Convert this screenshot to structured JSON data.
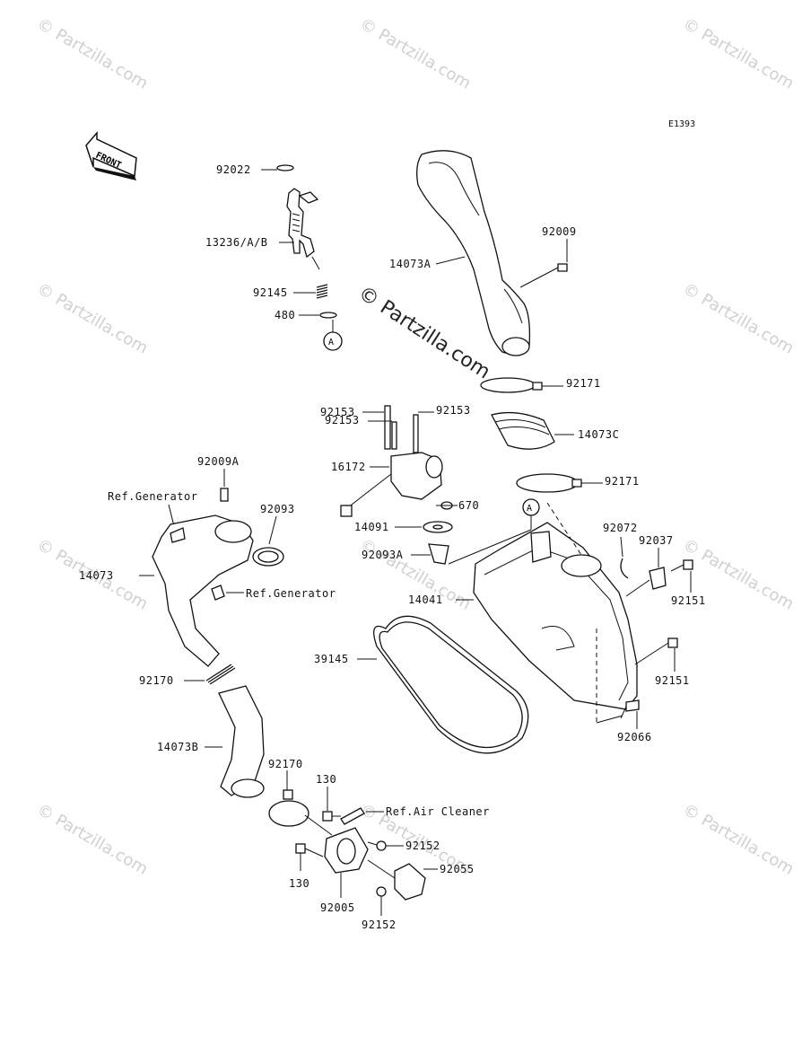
{
  "diagram": {
    "code": "E1393",
    "front_label": "FRONT",
    "ref_marker": "A",
    "watermark_center": "© Partzilla.com",
    "watermark_small": "© Partzilla.com",
    "labels": {
      "p92022": "92022",
      "p13236": "13236/A/B",
      "p92145": "92145",
      "p480": "480",
      "p14073A": "14073A",
      "p92009": "92009",
      "p92171_top": "92171",
      "p92153_a": "92153",
      "p92153_b": "92153",
      "p92153_c": "92153",
      "p14073C": "14073C",
      "p16172": "16172",
      "p92171_bot": "92171",
      "p670": "670",
      "p14091": "14091",
      "p92093A": "92093A",
      "p92009A": "92009A",
      "ref_generator_1": "Ref.Generator",
      "p92093": "92093",
      "p14073": "14073",
      "ref_generator_2": "Ref.Generator",
      "p92072": "92072",
      "p92037": "92037",
      "p92151_a": "92151",
      "p14041": "14041",
      "p39145": "39145",
      "p92151_b": "92151",
      "p92066": "92066",
      "p92170_a": "92170",
      "p14073B": "14073B",
      "p92170_b": "92170",
      "p130_a": "130",
      "ref_air_cleaner": "Ref.Air Cleaner",
      "p92152_a": "92152",
      "p92055": "92055",
      "p130_b": "130",
      "p92005": "92005",
      "p92152_b": "92152"
    }
  }
}
